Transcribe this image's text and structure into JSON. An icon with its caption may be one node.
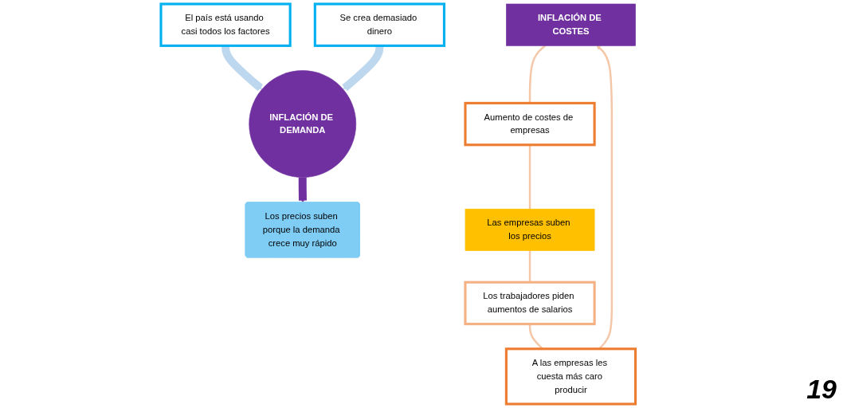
{
  "diagram": {
    "nodes": [
      {
        "text": [
          "El país está usando casi todos los factores"
        ]
      },
      {
        "text": [
          "Se crea demasiado dinero"
        ]
      },
      {
        "text": [
          "INFLACIÓN DE DEMANDA"
        ]
      },
      {
        "text": [
          "Los precios suben porque la demanda crece muy rápido"
        ]
      },
      {
        "text": [
          "INFLACIÓN DE COSTES"
        ]
      },
      {
        "text": [
          "Aumento de costes de empresas"
        ]
      },
      {
        "text": [
          "Las empresas suben los precios"
        ]
      },
      {
        "text": [
          "Los trabajadores piden aumentos de salarios"
        ]
      },
      {
        "text": [
          "A las empresas les cuesta más caro producir"
        ]
      }
    ],
    "edges": [
      {
        "from": 0,
        "to": 2,
        "arrow": "to",
        "style": "thick",
        "color": "#bdd7ee"
      },
      {
        "from": 1,
        "to": 2,
        "arrow": "to",
        "style": "thick",
        "color": "#bdd7ee"
      },
      {
        "from": 2,
        "to": 3,
        "arrow": "to",
        "style": "thick",
        "color": "#7030a0"
      },
      {
        "from": 4,
        "to": 5,
        "arrow": "none"
      },
      {
        "from": 5,
        "to": 6,
        "arrow": "none"
      },
      {
        "from": 6,
        "to": 7,
        "arrow": "none"
      },
      {
        "from": 7,
        "to": 8,
        "arrow": "none"
      },
      {
        "from": 8,
        "to": 4,
        "arrow": "to"
      }
    ],
    "labels": [
      "19"
    ]
  }
}
